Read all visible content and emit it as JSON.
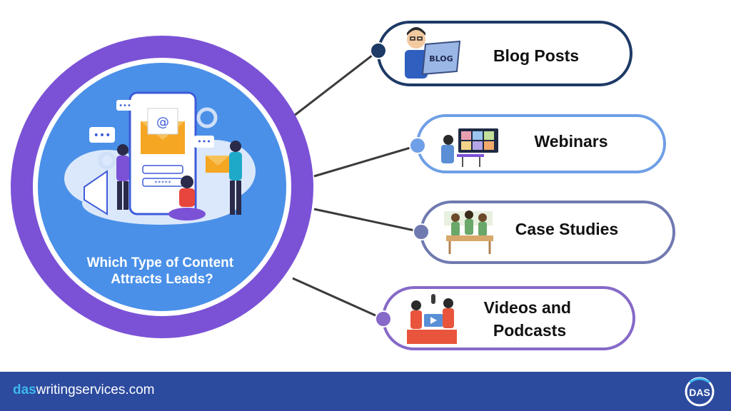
{
  "center": {
    "title_lines": [
      "Which Type of Content",
      "Attracts Leads?"
    ]
  },
  "items": [
    {
      "label_lines": [
        "Blog Posts"
      ],
      "border_color": "#1e3a66",
      "icon": "blogger-laptop-icon"
    },
    {
      "label_lines": [
        "Webinars"
      ],
      "border_color": "#6f9fe6",
      "icon": "webinar-screen-icon"
    },
    {
      "label_lines": [
        "Case Studies"
      ],
      "border_color": "#707ab0",
      "icon": "team-meeting-icon"
    },
    {
      "label_lines": [
        "Videos and",
        "Podcasts"
      ],
      "border_color": "#8669c8",
      "icon": "podcast-recording-icon"
    }
  ],
  "footer": {
    "site_prefix": "das",
    "site_suffix": "writingservices.com",
    "logo_text": "DAS"
  },
  "colors": {
    "outer_ring": "#7b52d6",
    "inner_circle": "#4a90e8",
    "footer_bg": "#2c4a9e",
    "site_accent": "#3db7f0"
  }
}
